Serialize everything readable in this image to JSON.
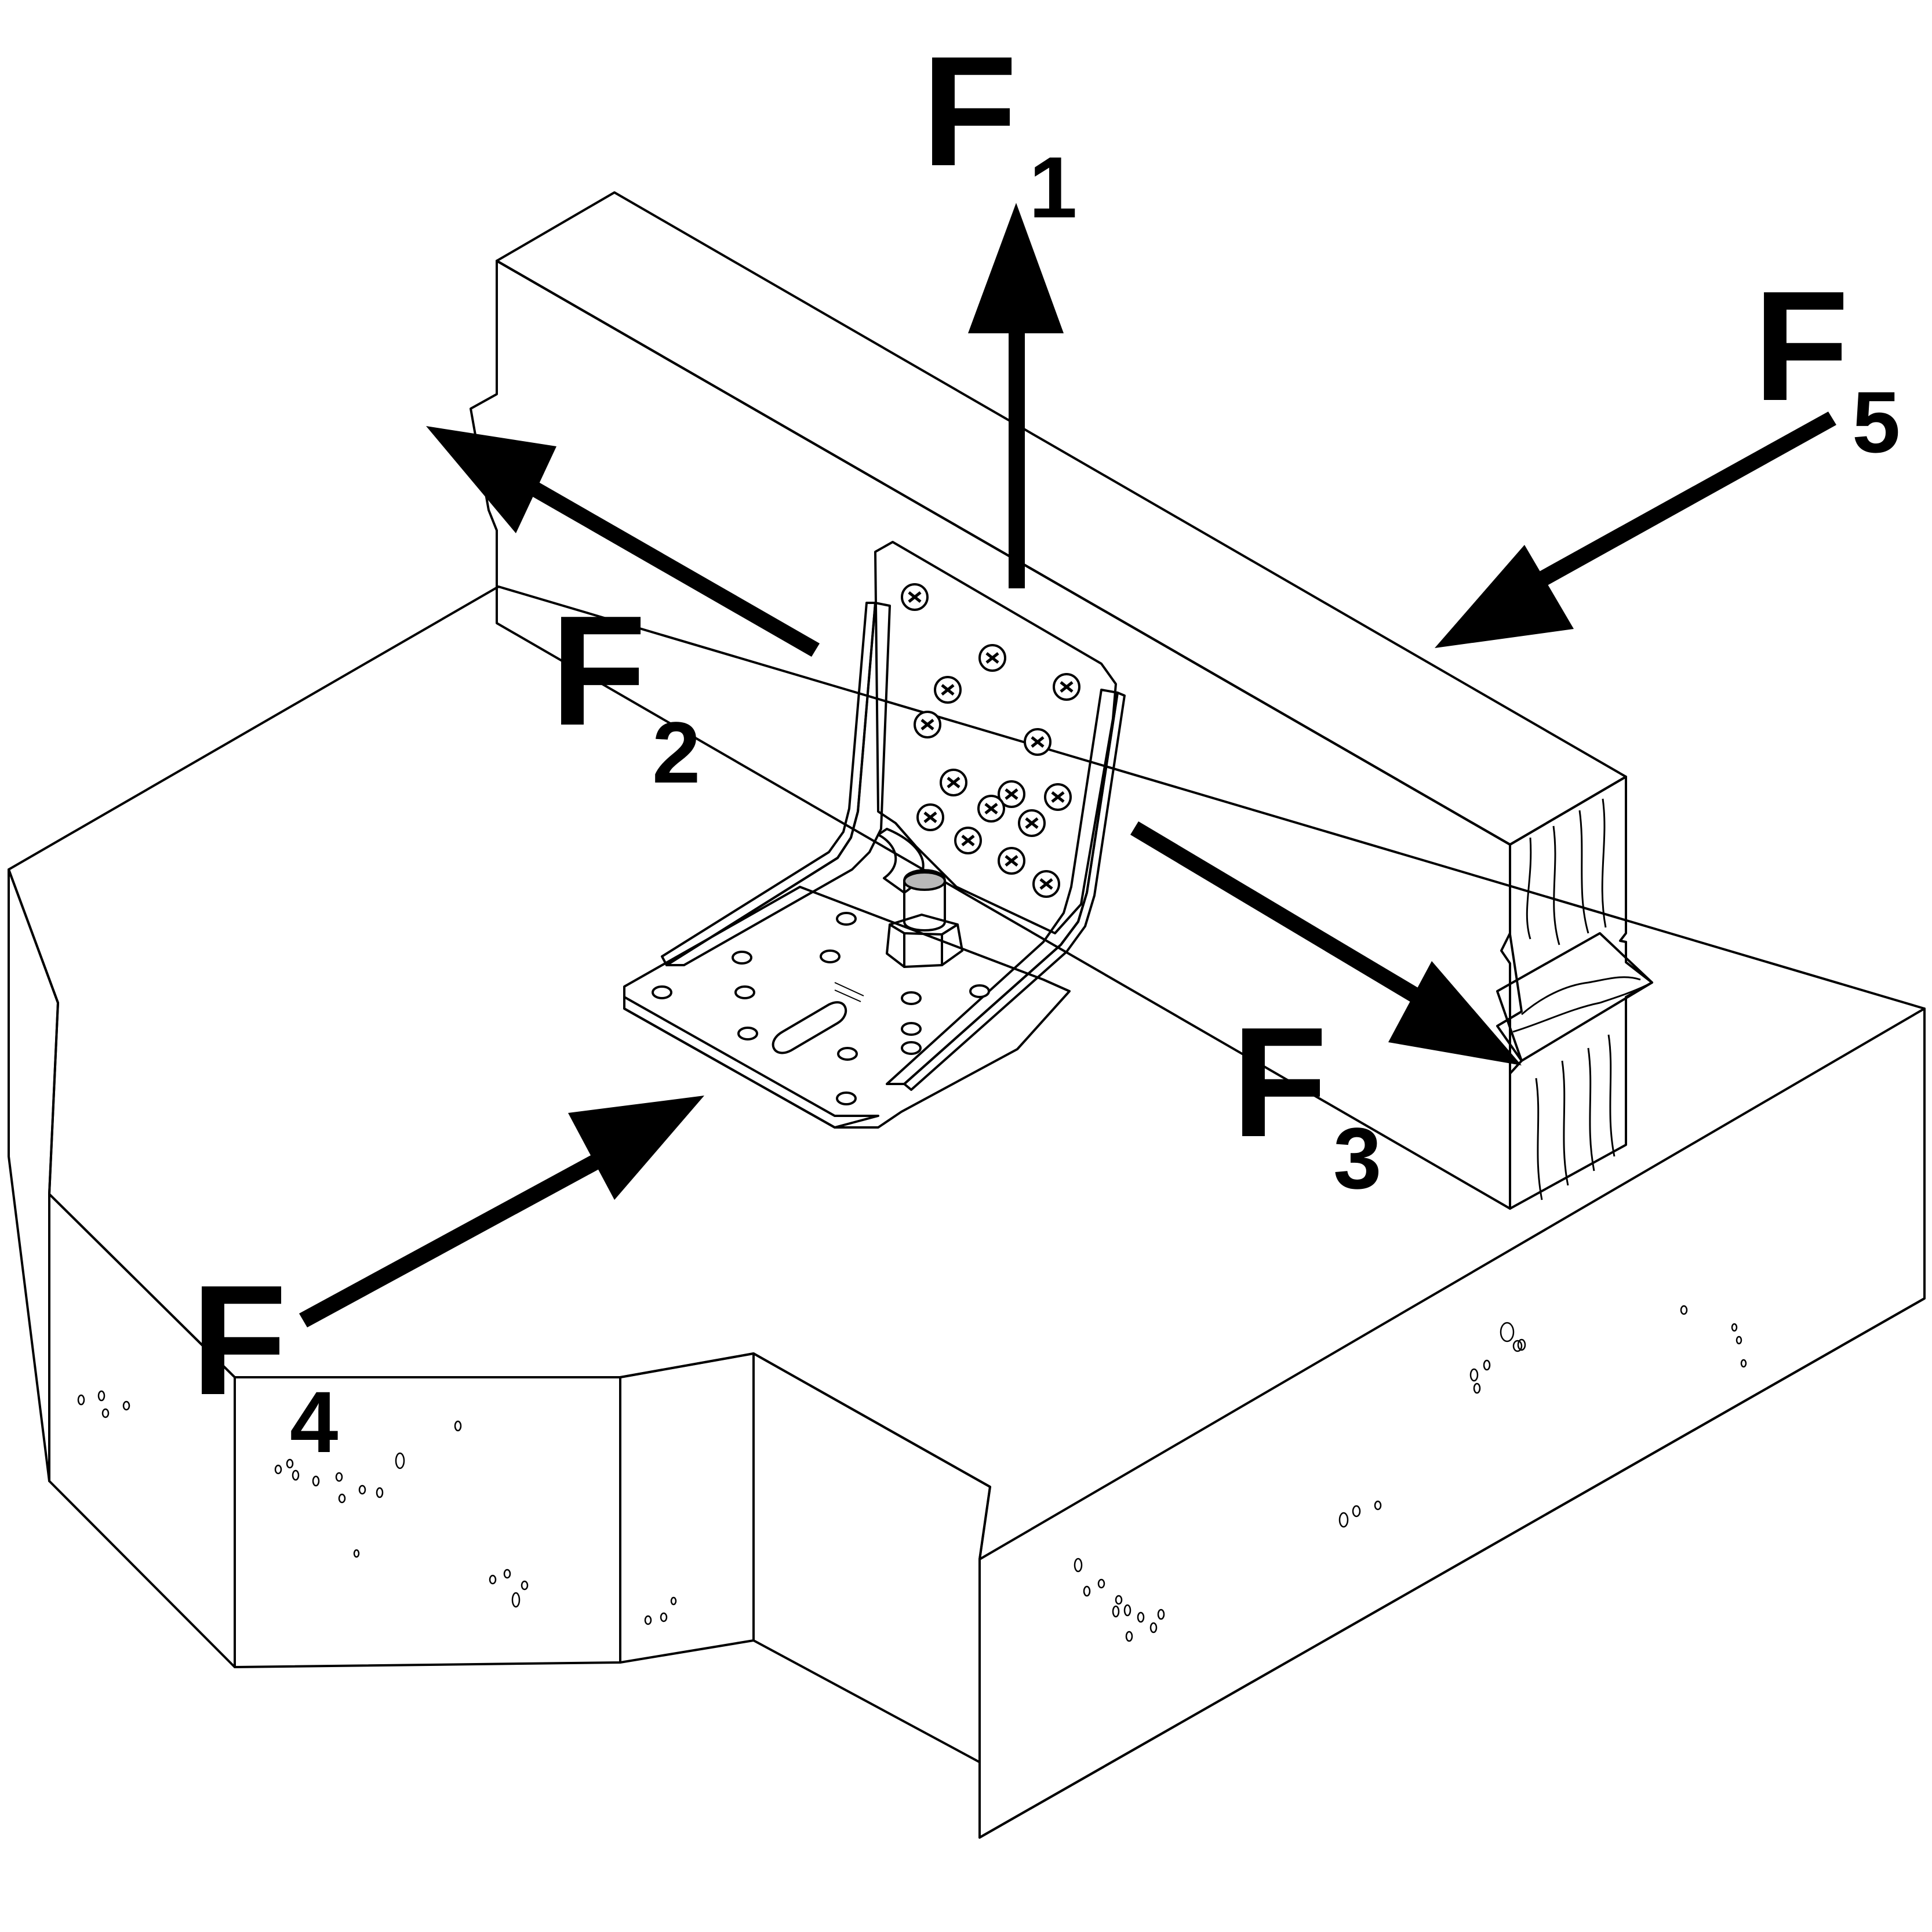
{
  "colors": {
    "concrete_top": "#f0efed",
    "concrete_side": "#f0efed",
    "timber": "#eaa95d",
    "timber_end": "#eaa95d",
    "bracket": "#cfd6df",
    "bracket_dark": "#a9b3bf",
    "bolt": "#9c9c9c",
    "arrow": "#000000"
  },
  "forces": [
    {
      "id": "F1",
      "letter": "F",
      "subscript": "1",
      "direction": "up"
    },
    {
      "id": "F2",
      "letter": "F",
      "subscript": "2",
      "direction": "back-left"
    },
    {
      "id": "F3",
      "letter": "F",
      "subscript": "3",
      "direction": "forward-right"
    },
    {
      "id": "F4",
      "letter": "F",
      "subscript": "4",
      "direction": "toward-bracket"
    },
    {
      "id": "F5",
      "letter": "F",
      "subscript": "5",
      "direction": "toward-beam"
    }
  ],
  "components": {
    "base": "concrete-slab",
    "beam": "timber-beam",
    "connector": "angle-bracket",
    "anchor": "bolt-with-nut"
  }
}
